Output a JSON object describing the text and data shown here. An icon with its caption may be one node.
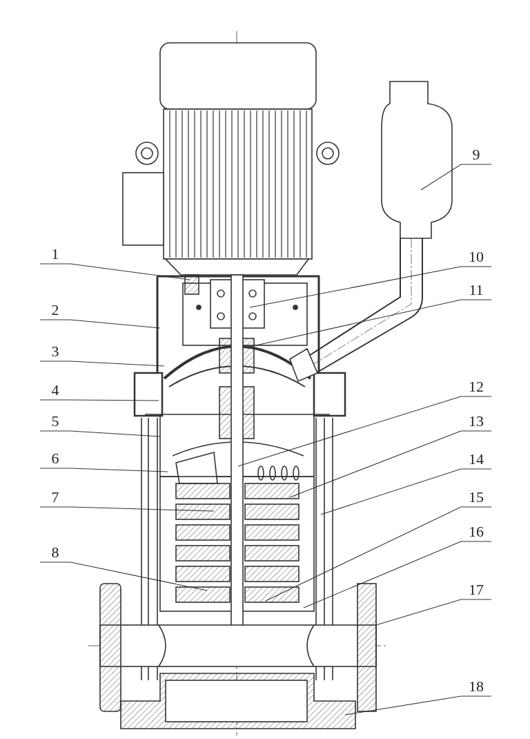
{
  "diagram": {
    "nodes": [
      {
        "text": [
          "1"
        ]
      },
      {
        "text": [
          "2"
        ]
      },
      {
        "text": [
          "3"
        ]
      },
      {
        "text": [
          "4"
        ]
      },
      {
        "text": [
          "5"
        ]
      },
      {
        "text": [
          "6"
        ]
      },
      {
        "text": [
          "7"
        ]
      },
      {
        "text": [
          "8"
        ]
      },
      {
        "text": [
          "9"
        ]
      },
      {
        "text": [
          "10"
        ]
      },
      {
        "text": [
          "11"
        ]
      },
      {
        "text": [
          "12"
        ]
      },
      {
        "text": [
          "13"
        ]
      },
      {
        "text": [
          "14"
        ]
      },
      {
        "text": [
          "15"
        ]
      },
      {
        "text": [
          "16"
        ]
      },
      {
        "text": [
          "17"
        ]
      },
      {
        "text": [
          "18"
        ]
      }
    ],
    "edges": [
      {
        "from": 0,
        "to": null,
        "arrow": "none"
      },
      {
        "from": 1,
        "to": null,
        "arrow": "none"
      },
      {
        "from": 2,
        "to": null,
        "arrow": "none"
      },
      {
        "from": 3,
        "to": null,
        "arrow": "none"
      },
      {
        "from": 4,
        "to": null,
        "arrow": "none"
      },
      {
        "from": 5,
        "to": null,
        "arrow": "none"
      },
      {
        "from": 6,
        "to": null,
        "arrow": "none"
      },
      {
        "from": 7,
        "to": null,
        "arrow": "none"
      },
      {
        "from": 8,
        "to": null,
        "arrow": "none"
      },
      {
        "from": 9,
        "to": null,
        "arrow": "none"
      },
      {
        "from": 10,
        "to": null,
        "arrow": "none"
      },
      {
        "from": 11,
        "to": null,
        "arrow": "none"
      },
      {
        "from": 12,
        "to": null,
        "arrow": "none"
      },
      {
        "from": 13,
        "to": null,
        "arrow": "none"
      },
      {
        "from": 14,
        "to": null,
        "arrow": "none"
      },
      {
        "from": 15,
        "to": null,
        "arrow": "none"
      },
      {
        "from": 16,
        "to": null,
        "arrow": "none"
      },
      {
        "from": 17,
        "to": null,
        "arrow": "none"
      }
    ]
  }
}
